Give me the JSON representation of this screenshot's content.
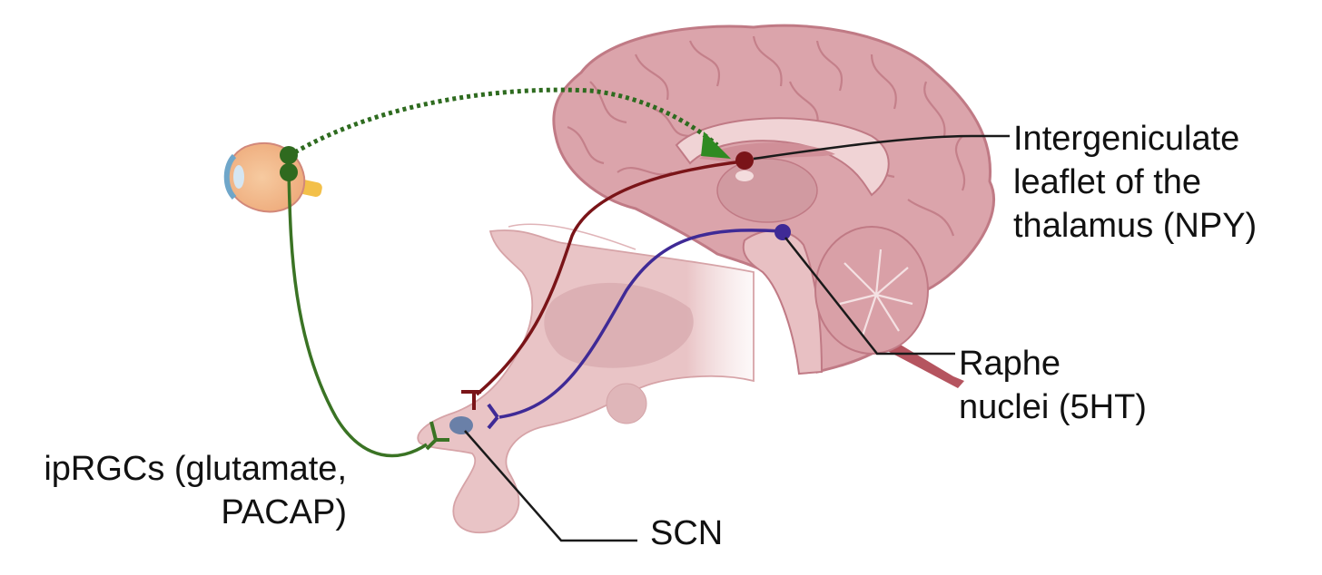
{
  "diagram": {
    "type": "anatomical-pathway",
    "labels": {
      "igl": [
        "Intergeniculate",
        "leaflet of the",
        "thalamus (NPY)"
      ],
      "raphe": [
        "Raphe",
        "nuclei (5HT)"
      ],
      "iprgc": [
        "ipRGCs (glutamate,",
        "PACAP)"
      ],
      "scn": [
        "SCN"
      ]
    },
    "structures": [
      "eye",
      "brain-sagittal",
      "hypothalamus-enlarged",
      "cerebellum",
      "brainstem",
      "spinal-cord"
    ],
    "pathways": [
      {
        "name": "retina-to-IGL",
        "style": "dotted",
        "color": "#2e6b1f"
      },
      {
        "name": "retina-to-SCN",
        "style": "solid",
        "color": "#3d7a26"
      },
      {
        "name": "IGL-to-SCN",
        "style": "solid",
        "color": "#7a1418"
      },
      {
        "name": "raphe-to-SCN",
        "style": "solid",
        "color": "#3f2a96"
      }
    ],
    "colors": {
      "brain": "#dba7ad",
      "brain_outline": "#c07a85",
      "hypothalamus": "#ecc9cb",
      "scn_nucleus": "#6a80a8",
      "green": "#3a7324",
      "maroon": "#7a1418",
      "purple": "#3f2a96",
      "leader": "#1a1a1a"
    }
  }
}
